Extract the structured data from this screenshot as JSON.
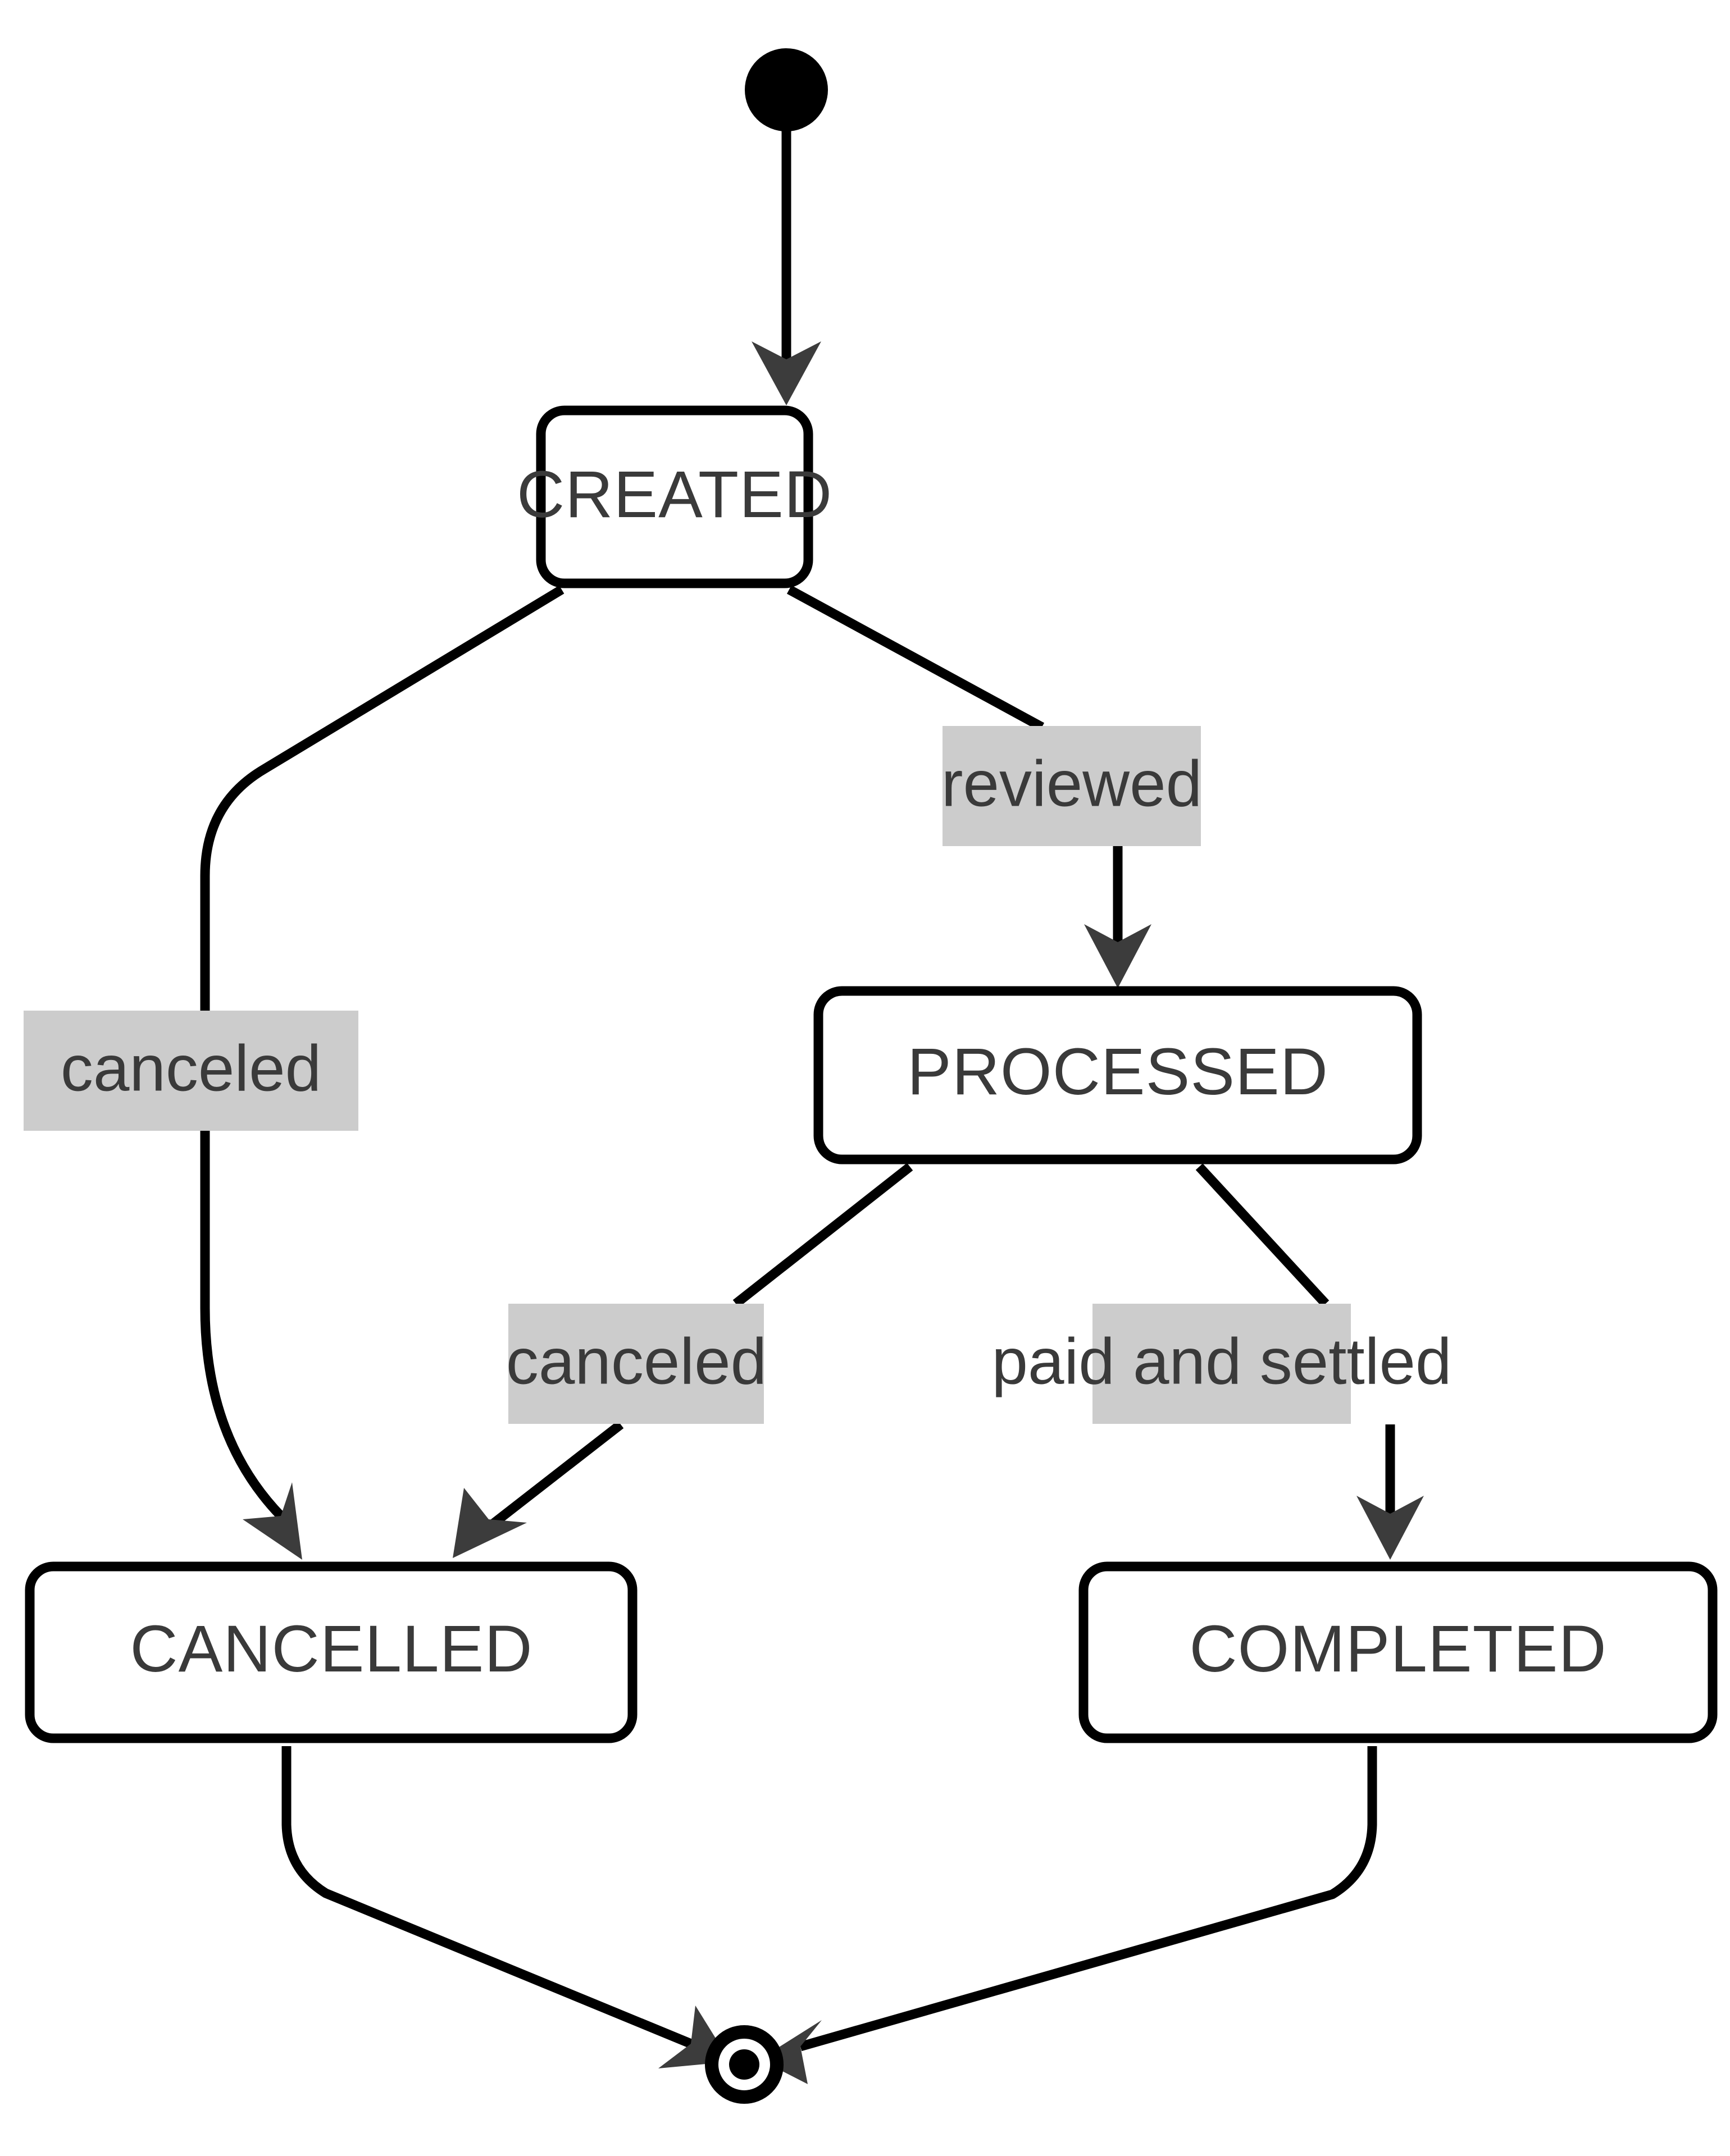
{
  "diagram": {
    "type": "uml-state-machine",
    "title": "Order lifecycle state diagram",
    "colors": {
      "background": "#ffffff",
      "node_stroke": "#000000",
      "node_fill": "#ffffff",
      "node_text": "#3a3a3a",
      "edge_stroke": "#000000",
      "arrowhead": "#3c3c3c",
      "edge_label_background": "#cccccc",
      "edge_label_text": "#3a3a3a"
    },
    "start_node": {
      "name": "initial-state",
      "shape": "filled-circle"
    },
    "end_node": {
      "name": "final-state",
      "shape": "double-circle"
    },
    "states": [
      {
        "id": "created",
        "label": "CREATED"
      },
      {
        "id": "processed",
        "label": "PROCESSED"
      },
      {
        "id": "cancelled",
        "label": "CANCELLED"
      },
      {
        "id": "completed",
        "label": "COMPLETED"
      }
    ],
    "transitions": [
      {
        "id": "t0",
        "from": "initial",
        "to": "created",
        "label": ""
      },
      {
        "id": "t1",
        "from": "created",
        "to": "cancelled",
        "label": "canceled"
      },
      {
        "id": "t2",
        "from": "created",
        "to": "processed",
        "label": "reviewed"
      },
      {
        "id": "t3",
        "from": "processed",
        "to": "cancelled",
        "label": "canceled"
      },
      {
        "id": "t4",
        "from": "processed",
        "to": "completed",
        "label": "paid and settled"
      },
      {
        "id": "t5",
        "from": "cancelled",
        "to": "final",
        "label": ""
      },
      {
        "id": "t6",
        "from": "completed",
        "to": "final",
        "label": ""
      }
    ]
  }
}
